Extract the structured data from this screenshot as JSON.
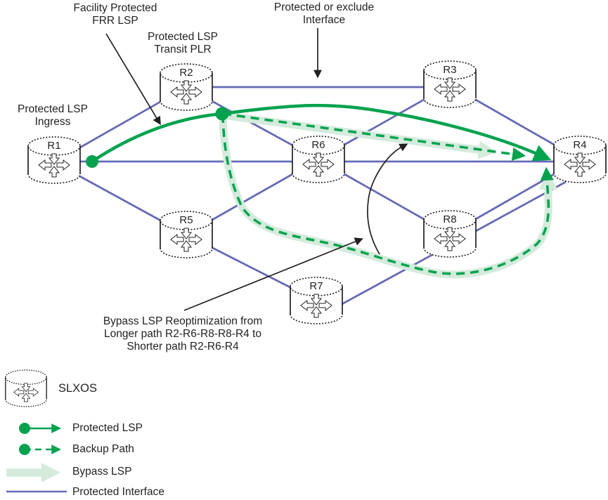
{
  "diagram": {
    "nodes": [
      {
        "id": "R1",
        "label": "R1"
      },
      {
        "id": "R2",
        "label": "R2"
      },
      {
        "id": "R3",
        "label": "R3"
      },
      {
        "id": "R4",
        "label": "R4"
      },
      {
        "id": "R5",
        "label": "R5"
      },
      {
        "id": "R6",
        "label": "R6"
      },
      {
        "id": "R7",
        "label": "R7"
      },
      {
        "id": "R8",
        "label": "R8"
      }
    ],
    "annotations": {
      "facility": {
        "line1": "Facility Protected",
        "line2": "FRR LSP"
      },
      "transit": {
        "line1": "Protected LSP",
        "line2": "Transit PLR"
      },
      "exclude": {
        "line1": "Protected or exclude",
        "line2": "Interface"
      },
      "ingress": {
        "line1": "Protected LSP",
        "line2": "Ingress"
      },
      "reopt": {
        "line1": "Bypass LSP Reoptimization from",
        "line2": "Longer path R2-R6-R8-R8-R4 to",
        "line3": "Shorter path R2-R6-R4"
      }
    },
    "icons": {
      "router": "router-cylinder-icon",
      "arrows": [
        "protected-lsp-arrow",
        "backup-path-arrow",
        "bypass-lsp-arrow"
      ]
    }
  },
  "legend": {
    "slxos_label": "SLXOS",
    "items": [
      {
        "key": "protected-lsp",
        "label": "Protected LSP"
      },
      {
        "key": "backup-path",
        "label": "Backup Path"
      },
      {
        "key": "bypass-lsp",
        "label": "Bypass LSP"
      },
      {
        "key": "protected-interface",
        "label": "Protected Interface"
      }
    ]
  },
  "colors": {
    "green": "#04A24F",
    "halo": "#D4EBDC",
    "blue": "#666AB4",
    "ink": "#231F20"
  }
}
